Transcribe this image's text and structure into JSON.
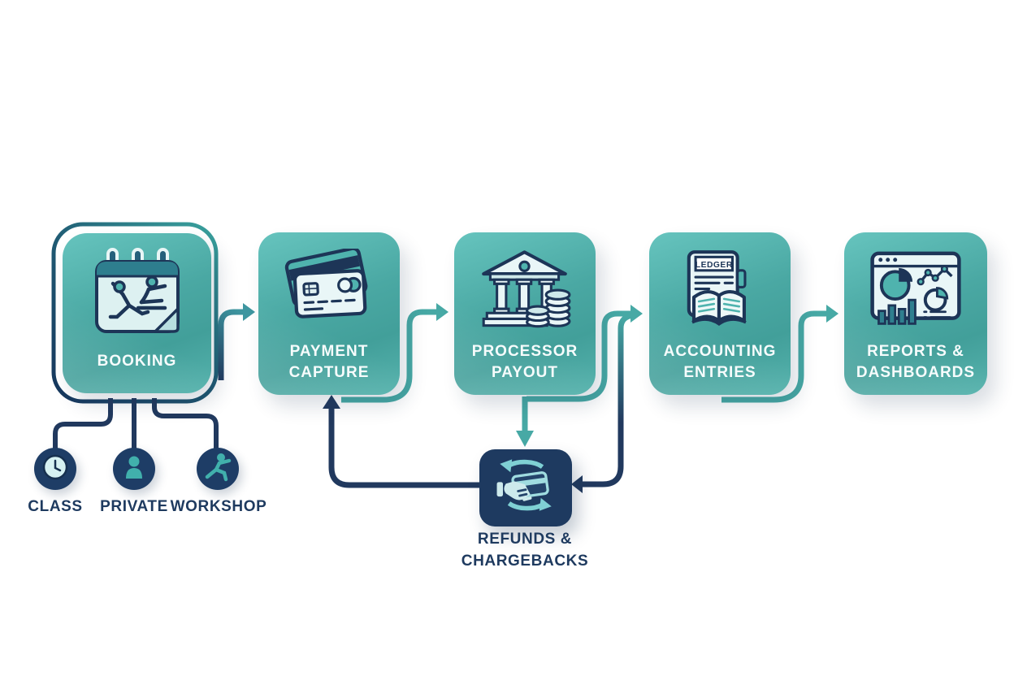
{
  "flow": {
    "type": "flowchart",
    "nodes": [
      {
        "id": "booking",
        "lines": [
          "BOOKING"
        ]
      },
      {
        "id": "payment-capture",
        "lines": [
          "PAYMENT",
          "CAPTURE"
        ]
      },
      {
        "id": "processor-payout",
        "lines": [
          "PROCESSOR",
          "PAYOUT"
        ]
      },
      {
        "id": "accounting-entries",
        "lines": [
          "ACCOUNTING",
          "ENTRIES"
        ]
      },
      {
        "id": "reports-dashboards",
        "lines": [
          "REPORTS &",
          "DASHBOARDS"
        ]
      }
    ],
    "booking_types": [
      {
        "label": "CLASS",
        "icon": "clock-icon"
      },
      {
        "label": "PRIVATE",
        "icon": "person-icon"
      },
      {
        "label": "WORKSHOP",
        "icon": "yoga-pose-icon"
      }
    ],
    "exception_node": {
      "lines": [
        "REFUNDS &",
        "CHARGEBACKS"
      ],
      "icon": "refund-card-icon"
    },
    "ledger_label": "LEDGER",
    "edges": [
      {
        "from": "booking",
        "to": "payment-capture"
      },
      {
        "from": "payment-capture",
        "to": "processor-payout"
      },
      {
        "from": "processor-payout",
        "to": "accounting-entries"
      },
      {
        "from": "accounting-entries",
        "to": "reports-dashboards"
      },
      {
        "from": "processor-payout",
        "to": "refunds-chargebacks"
      },
      {
        "from": "accounting-entries",
        "to": "refunds-chargebacks"
      },
      {
        "from": "refunds-chargebacks",
        "to": "payment-capture"
      },
      {
        "from": "booking",
        "to": "class"
      },
      {
        "from": "booking",
        "to": "private"
      },
      {
        "from": "booking",
        "to": "workshop"
      }
    ],
    "colors": {
      "teal_arrow": "#47a9a5",
      "navy": "#21395e",
      "box_teal_light": "#66c4be",
      "box_teal_dark": "#429f9a",
      "refund_box": "#1e3a60",
      "icon_light": "#e9f6f7",
      "icon_accent": "#4fb3ae"
    }
  }
}
